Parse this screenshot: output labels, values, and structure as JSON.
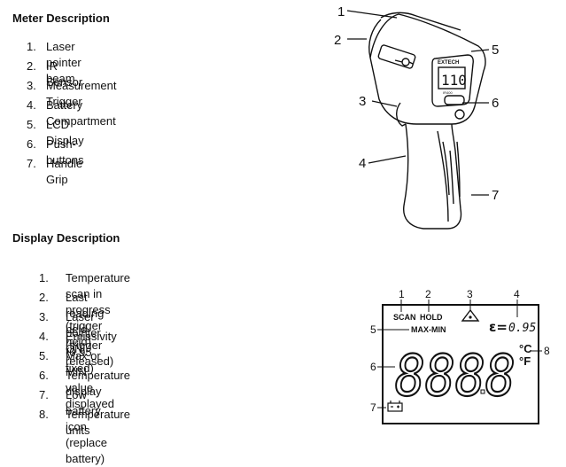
{
  "meter": {
    "heading": "Meter Description",
    "items": [
      {
        "num": "1.",
        "label": "Laser pointer beam"
      },
      {
        "num": "2.",
        "label": "IR Sensor"
      },
      {
        "num": "3.",
        "label": "Measurement Trigger"
      },
      {
        "num": "4.",
        "label": "Battery Compartment"
      },
      {
        "num": "5.",
        "label": "LCD Display"
      },
      {
        "num": "6.",
        "label": "Push-buttons"
      },
      {
        "num": "7.",
        "label": "Handle Grip"
      }
    ],
    "callouts": [
      "1",
      "2",
      "3",
      "4",
      "5",
      "6",
      "7"
    ],
    "brand": "EXTECH",
    "model": "IR400",
    "screen_reading": "110"
  },
  "display": {
    "heading": "Display Description",
    "items": [
      {
        "num": "1.",
        "label": "Temperature scan in progress (trigger held)"
      },
      {
        "num": "2.",
        "label": "Last reading held (trigger released)"
      },
      {
        "num": "3.",
        "label": "Laser pointer ON"
      },
      {
        "num": "4.",
        "label": "Emissivity (0.95 fixed)"
      },
      {
        "num": "5.",
        "label": "Max or MIN value displayed"
      },
      {
        "num": "6.",
        "label": "Temperature display"
      },
      {
        "num": "7.",
        "label": "Low battery icon (replace battery)"
      },
      {
        "num": "8.",
        "label": "Temperature units"
      }
    ],
    "callouts": [
      "1",
      "2",
      "3",
      "4",
      "5",
      "6",
      "7",
      "8"
    ],
    "lcd": {
      "scan": "SCAN",
      "hold": "HOLD",
      "maxmin": "MAX-MIN",
      "emissivity_symbol": "ε=",
      "emissivity_value": "0.95",
      "digits": "8888",
      "unit_c": "°C",
      "unit_f": "°F"
    }
  }
}
